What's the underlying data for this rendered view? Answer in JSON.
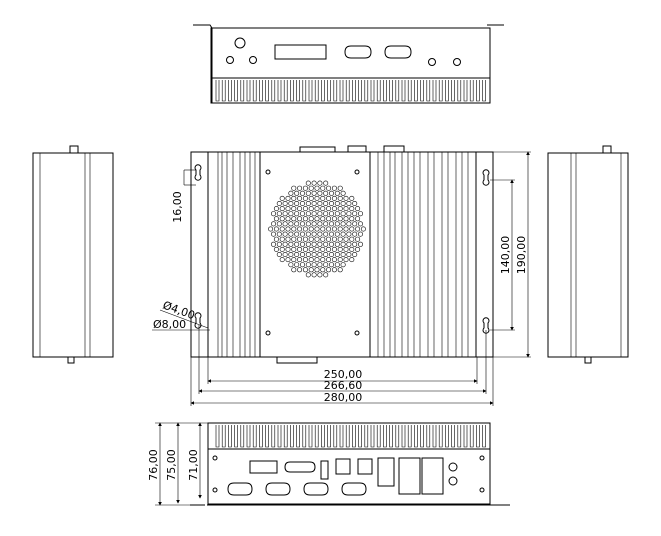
{
  "drawing": {
    "dimensions": {
      "hole_spacing_vertical": "16,00",
      "slot_small_diameter": "Ø4,00",
      "slot_large_diameter": "Ø8,00",
      "fin_width": "250,00",
      "mount_hole_spacing": "266,60",
      "overall_width": "280,00",
      "mount_hole_height": "140,00",
      "overall_depth": "190,00",
      "height_total": "76,00",
      "height_with_feet": "75,00",
      "height_body": "71,00"
    },
    "views": [
      "top",
      "front",
      "left-side",
      "right-side",
      "rear"
    ]
  }
}
